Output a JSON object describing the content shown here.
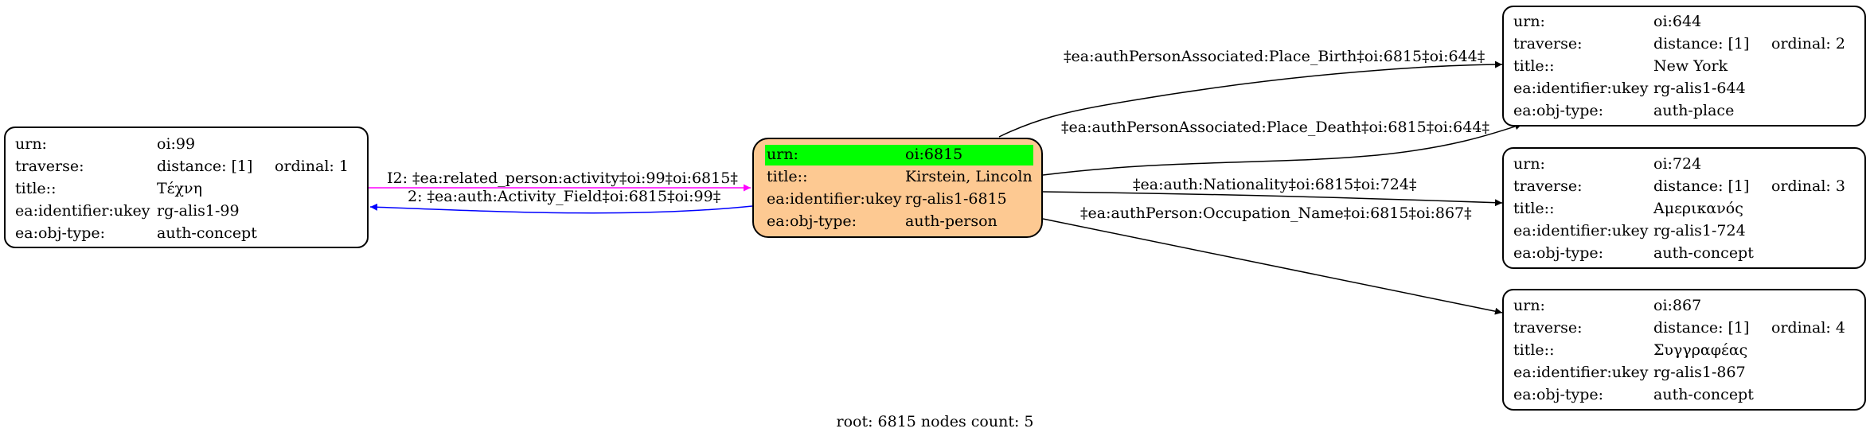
{
  "root_node": {
    "urn_label": "urn:",
    "urn_value": "oi:6815",
    "title_label": "title::",
    "title_value": "Kirstein, Lincoln",
    "ukey_label": "ea:identifier:ukey",
    "ukey_value": "rg-alis1-6815",
    "type_label": "ea:obj-type:",
    "type_value": "auth-person",
    "fill_color": "#fdc992",
    "highlight_color": "#00ff00"
  },
  "nodes": [
    {
      "id": "oi99",
      "urn_label": "urn:",
      "urn_value": "oi:99",
      "traverse_label": "traverse:",
      "distance": "distance: [1]",
      "ordinal": "ordinal: 1",
      "title_label": "title::",
      "title_value": "Τέχνη",
      "ukey_label": "ea:identifier:ukey",
      "ukey_value": "rg-alis1-99",
      "type_label": "ea:obj-type:",
      "type_value": "auth-concept"
    },
    {
      "id": "oi644",
      "urn_label": "urn:",
      "urn_value": "oi:644",
      "traverse_label": "traverse:",
      "distance": "distance: [1]",
      "ordinal": "ordinal: 2",
      "title_label": "title::",
      "title_value": "New York",
      "ukey_label": "ea:identifier:ukey",
      "ukey_value": "rg-alis1-644",
      "type_label": "ea:obj-type:",
      "type_value": "auth-place"
    },
    {
      "id": "oi724",
      "urn_label": "urn:",
      "urn_value": "oi:724",
      "traverse_label": "traverse:",
      "distance": "distance: [1]",
      "ordinal": "ordinal: 3",
      "title_label": "title::",
      "title_value": "Αμερικανός",
      "ukey_label": "ea:identifier:ukey",
      "ukey_value": "rg-alis1-724",
      "type_label": "ea:obj-type:",
      "type_value": "auth-concept"
    },
    {
      "id": "oi867",
      "urn_label": "urn:",
      "urn_value": "oi:867",
      "traverse_label": "traverse:",
      "distance": "distance: [1]",
      "ordinal": "ordinal: 4",
      "title_label": "title::",
      "title_value": "Συγγραφέας",
      "ukey_label": "ea:identifier:ukey",
      "ukey_value": "rg-alis1-867",
      "type_label": "ea:obj-type:",
      "type_value": "auth-concept"
    }
  ],
  "edges": [
    {
      "id": "e1",
      "label": "I2: ‡ea:related_person:activity‡oi:99‡oi:6815‡",
      "color": "#ff00ff"
    },
    {
      "id": "e2",
      "label": "2: ‡ea:auth:Activity_Field‡oi:6815‡oi:99‡",
      "color": "#0000ff"
    },
    {
      "id": "e3",
      "label": "‡ea:authPersonAssociated:Place_Birth‡oi:6815‡oi:644‡",
      "color": "#000000"
    },
    {
      "id": "e4",
      "label": "‡ea:authPersonAssociated:Place_Death‡oi:6815‡oi:644‡",
      "color": "#000000"
    },
    {
      "id": "e5",
      "label": "‡ea:auth:Nationality‡oi:6815‡oi:724‡",
      "color": "#000000"
    },
    {
      "id": "e6",
      "label": "‡ea:authPerson:Occupation_Name‡oi:6815‡oi:867‡",
      "color": "#000000"
    }
  ],
  "footer": "root: 6815 nodes count: 5"
}
